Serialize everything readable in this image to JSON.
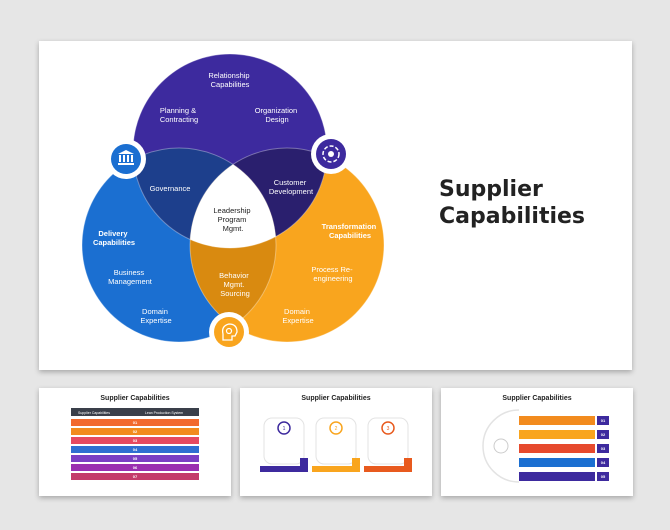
{
  "main": {
    "title_line1": "Supplier",
    "title_line2": "Capabilities",
    "venn": {
      "top_label": [
        "Relationship",
        "Capabilities"
      ],
      "planning": [
        "Planning &",
        "Contracting"
      ],
      "organization": [
        "Organization",
        "Design"
      ],
      "governance": "Governance",
      "customer": [
        "Customer",
        "Development"
      ],
      "center": [
        "Leadership",
        "Program",
        "Mgmt."
      ],
      "delivery": [
        "Delivery",
        "Capabilities"
      ],
      "transformation": [
        "Transformation",
        "Capabilities"
      ],
      "business": [
        "Business",
        "Management"
      ],
      "process": [
        "Process Re-",
        "engineering"
      ],
      "behavior": [
        "Behavior",
        "Mgmt.",
        "Sourcing"
      ],
      "domain_left": [
        "Domain",
        "Expertise"
      ],
      "domain_right": [
        "Domain",
        "Expertise"
      ]
    },
    "icons": [
      "bank-icon",
      "gear-cycle-icon",
      "head-gear-icon"
    ],
    "colors": {
      "purple": "#3d2a9e",
      "blue": "#1b6fd1",
      "orange": "#f9a51e",
      "navy": "#1d3f8c",
      "dark_purple": "#2a1f6e",
      "dark_orange": "#d98a10"
    }
  },
  "thumbnails": [
    {
      "title": "Supplier Capabilities",
      "header_left": "Supplier Capabilities",
      "header_right": "Lean Production System",
      "numbers": [
        "01",
        "02",
        "03",
        "04",
        "05",
        "06",
        "07"
      ]
    },
    {
      "title": "Supplier Capabilities",
      "numbers": [
        "1",
        "2",
        "3"
      ]
    },
    {
      "title": "Supplier Capabilities",
      "numbers": [
        "01",
        "02",
        "03",
        "04",
        "05"
      ]
    }
  ]
}
